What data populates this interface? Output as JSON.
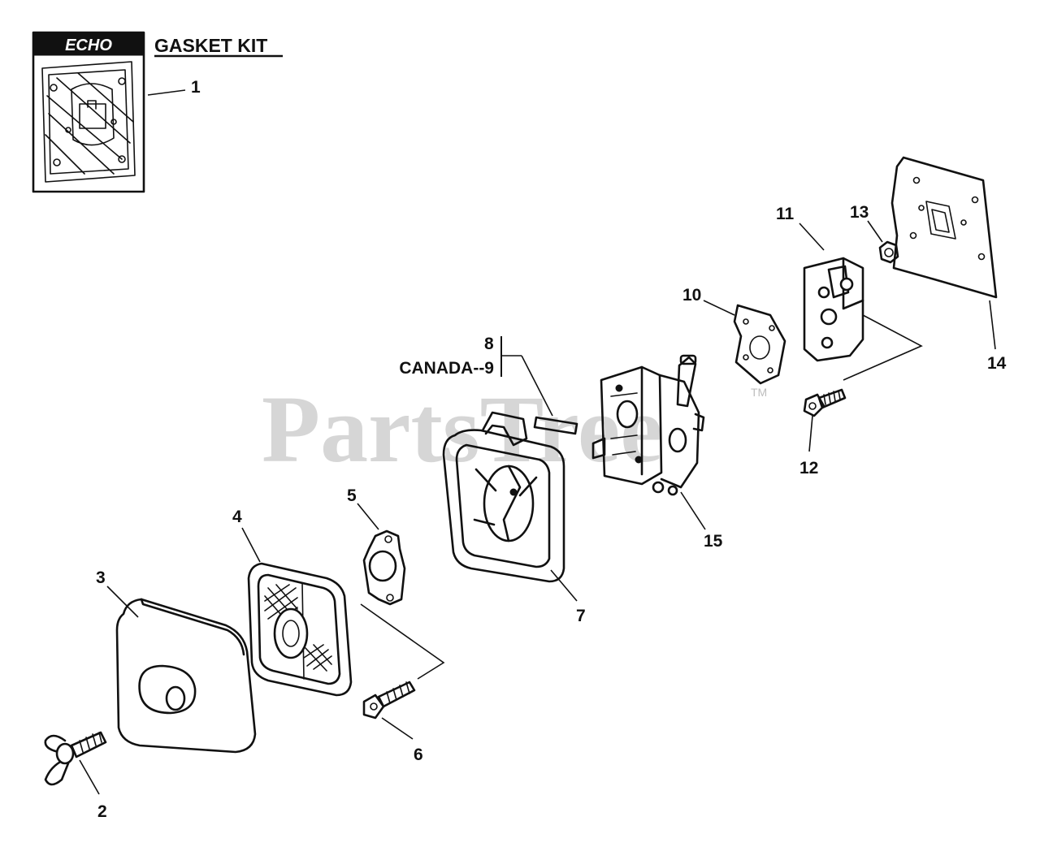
{
  "kit": {
    "brand": "ECHO",
    "title": "GASKET KIT",
    "number": "1"
  },
  "callouts": {
    "c2": "2",
    "c3": "3",
    "c4": "4",
    "c5": "5",
    "c6": "6",
    "c7": "7",
    "c8": "8",
    "c9": "CANADA--9",
    "c10": "10",
    "c11": "11",
    "c12": "12",
    "c13": "13",
    "c14": "14",
    "c15": "15"
  },
  "watermark": {
    "text": "PartsTree",
    "tm": "TM"
  },
  "colors": {
    "ink": "#111111",
    "watermark": "#c9c9c9",
    "background": "#ffffff"
  }
}
